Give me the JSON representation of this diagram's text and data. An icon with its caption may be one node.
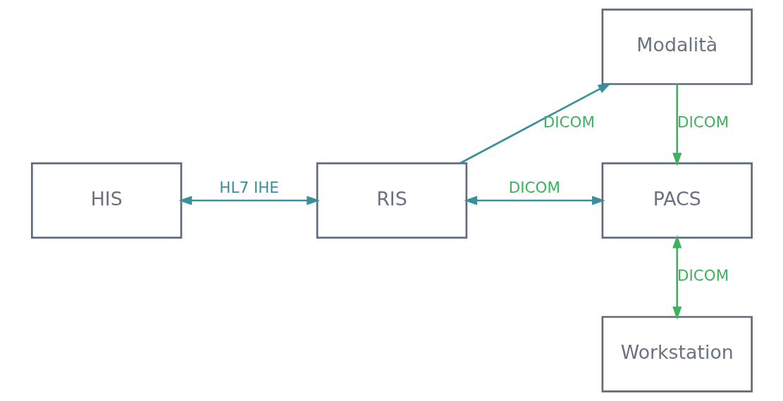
{
  "diagram": {
    "nodes": [
      {
        "text": [
          "HIS"
        ]
      },
      {
        "text": [
          "RIS"
        ]
      },
      {
        "text": [
          "Modalità"
        ]
      },
      {
        "text": [
          "PACS"
        ]
      },
      {
        "text": [
          "Workstation"
        ]
      }
    ],
    "edges": [
      {
        "from": 0,
        "to": 1,
        "arrow": "both",
        "label": "HL7 IHE"
      },
      {
        "from": 1,
        "to": 2,
        "arrow": "to",
        "label": "DICOM"
      },
      {
        "from": 2,
        "to": 3,
        "arrow": "to",
        "label": "DICOM",
        "color": "#3db25e"
      },
      {
        "from": 1,
        "to": 3,
        "arrow": "both",
        "label": "DICOM"
      },
      {
        "from": 3,
        "to": 4,
        "arrow": "both",
        "label": "DICOM",
        "color": "#3db25e"
      }
    ]
  }
}
